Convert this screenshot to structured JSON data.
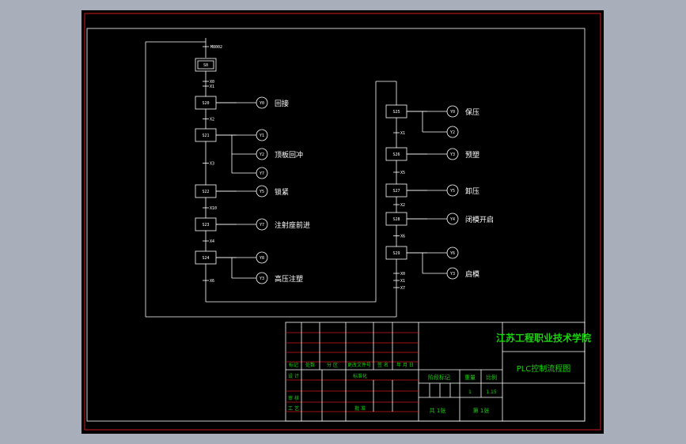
{
  "colors": {
    "background": "#a9aebb",
    "sheet": "#000000",
    "frame_red": "#d11a1a",
    "line": "#ffffff",
    "title_green": "#1cd40e"
  },
  "diagram": {
    "left": {
      "init_label": "M8002",
      "initial_step": "S0",
      "steps": [
        {
          "id": "S20",
          "cond_above": [
            "X0",
            "X1"
          ],
          "outputs": [
            {
              "name": "Y0",
              "action": "回接"
            }
          ]
        },
        {
          "id": "S21",
          "cond_above": [
            "X2"
          ],
          "outputs": [
            {
              "name": "Y1",
              "action": ""
            },
            {
              "name": "Y2",
              "action": "顶板回冲"
            },
            {
              "name": "Y7",
              "action": ""
            }
          ]
        },
        {
          "id": "S22",
          "cond_above": [
            "X3"
          ],
          "outputs": [
            {
              "name": "Y5",
              "action": "锁紧"
            }
          ]
        },
        {
          "id": "S23",
          "cond_above": [
            "X10"
          ],
          "outputs": [
            {
              "name": "Y7",
              "action": "注射座前进"
            }
          ]
        },
        {
          "id": "S24",
          "cond_above": [
            "X4"
          ],
          "outputs": [
            {
              "name": "Y8",
              "action": ""
            },
            {
              "name": "Y3",
              "action": "高压注塑"
            }
          ]
        }
      ],
      "exit_cond": "X6"
    },
    "right": {
      "steps": [
        {
          "id": "S25",
          "cond_above": [],
          "outputs": [
            {
              "name": "Y0",
              "action": "保压"
            },
            {
              "name": "Y2",
              "action": ""
            }
          ]
        },
        {
          "id": "S26",
          "cond_above": [
            "X1"
          ],
          "outputs": [
            {
              "name": "Y3",
              "action": "预塑"
            }
          ]
        },
        {
          "id": "S27",
          "cond_above": [
            "X5"
          ],
          "outputs": [
            {
              "name": "Y5",
              "action": "卸压"
            }
          ]
        },
        {
          "id": "S28",
          "cond_above": [
            "X2"
          ],
          "outputs": [
            {
              "name": "Y4",
              "action": "闭模开启"
            }
          ]
        },
        {
          "id": "S29",
          "cond_above": [
            "X6"
          ],
          "outputs": [
            {
              "name": "Y6",
              "action": ""
            },
            {
              "name": "Y3",
              "action": "启模"
            }
          ]
        }
      ],
      "exit_conds": [
        "X0",
        "X1",
        "X7"
      ]
    }
  },
  "title_block": {
    "school": "江苏工程职业技术学院",
    "drawing_title": "PLC控制流程图",
    "row_headers": [
      "标记",
      "处数",
      "分 区",
      "更改文件号",
      "签 名",
      "年 月 日"
    ],
    "design": "设 计",
    "standardization": "标准化",
    "review": "审 核",
    "process": "工 艺",
    "approve": "批 准",
    "stage_mark": "阶段标记",
    "weight": "重量",
    "scale": "比例",
    "weight_value": "1",
    "scale_value": "1.15",
    "total_sheets": "共 1张",
    "sheet_no": "第 1张"
  }
}
